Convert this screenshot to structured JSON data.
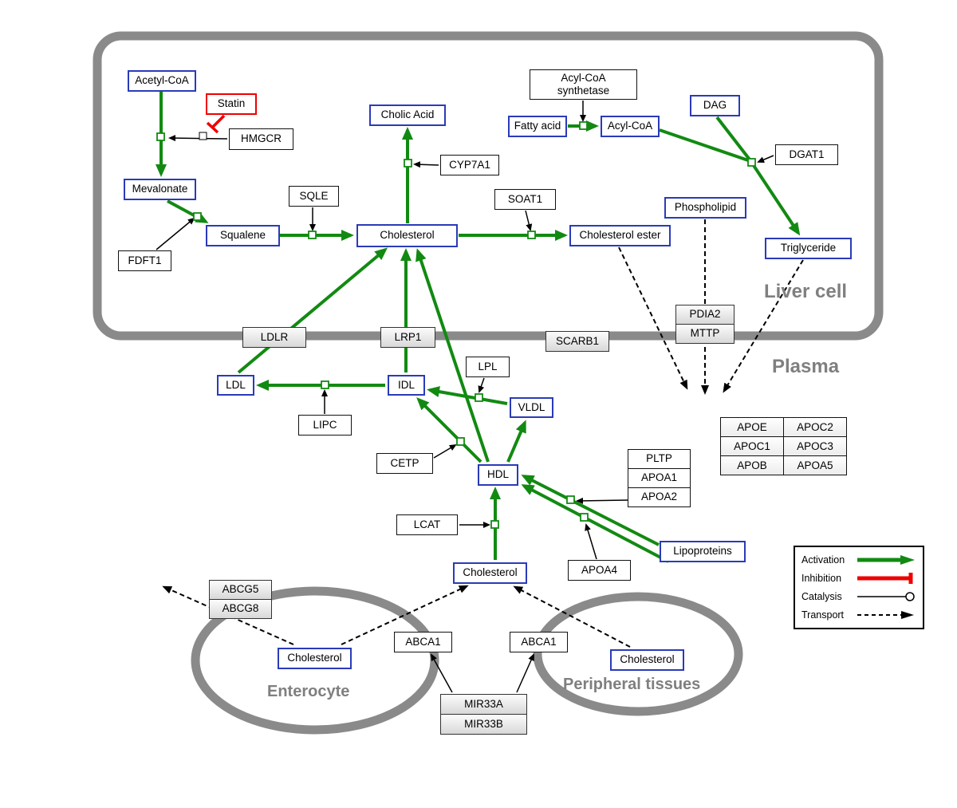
{
  "regions": {
    "liver_cell": "Liver cell",
    "plasma": "Plasma",
    "enterocyte": "Enterocyte",
    "peripheral_tissues": "Peripheral tissues"
  },
  "nodes": {
    "acetyl_coa": "Acetyl-CoA",
    "statin": "Statin",
    "hmgcr": "HMGCR",
    "mevalonate": "Mevalonate",
    "fdft1": "FDFT1",
    "squalene": "Squalene",
    "sqle": "SQLE",
    "cholesterol_liver": "Cholesterol",
    "cholic_acid": "Cholic Acid",
    "cyp7a1": "CYP7A1",
    "soat1": "SOAT1",
    "cholesterol_ester": "Cholesterol ester",
    "fatty_acid": "Fatty acid",
    "acyl_coa_synthetase_line1": "Acyl-CoA",
    "acyl_coa_synthetase_line2": "synthetase",
    "acyl_coa": "Acyl-CoA",
    "dag": "DAG",
    "dgat1": "DGAT1",
    "phospholipid": "Phospholipid",
    "triglyceride": "Triglyceride",
    "pdia2": "PDIA2",
    "mttp": "MTTP",
    "ldlr": "LDLR",
    "lrp1": "LRP1",
    "scarb1": "SCARB1",
    "ldl": "LDL",
    "idl": "IDL",
    "vldl": "VLDL",
    "lipc": "LIPC",
    "lpl": "LPL",
    "cetp": "CETP",
    "hdl": "HDL",
    "lcat": "LCAT",
    "cholesterol_plasma": "Cholesterol",
    "apoa4": "APOA4",
    "pltp": "PLTP",
    "apoa1": "APOA1",
    "apoa2": "APOA2",
    "lipoproteins": "Lipoproteins",
    "abcg5": "ABCG5",
    "abcg8": "ABCG8",
    "cholesterol_enterocyte": "Cholesterol",
    "abca1_enterocyte": "ABCA1",
    "abca1_peripheral": "ABCA1",
    "cholesterol_peripheral": "Cholesterol",
    "mir33a": "MIR33A",
    "mir33b": "MIR33B"
  },
  "apo_table": [
    [
      "APOE",
      "APOC2"
    ],
    [
      "APOC1",
      "APOC3"
    ],
    [
      "APOB",
      "APOA5"
    ]
  ],
  "legend": {
    "activation": "Activation",
    "inhibition": "Inhibition",
    "catalysis": "Catalysis",
    "transport": "Transport"
  },
  "colors": {
    "activation_green": "#128a12",
    "inhibition_red": "#ee0000",
    "metabolite_blue": "#2a3bb8",
    "membrane_gray": "#8a8a8a"
  }
}
